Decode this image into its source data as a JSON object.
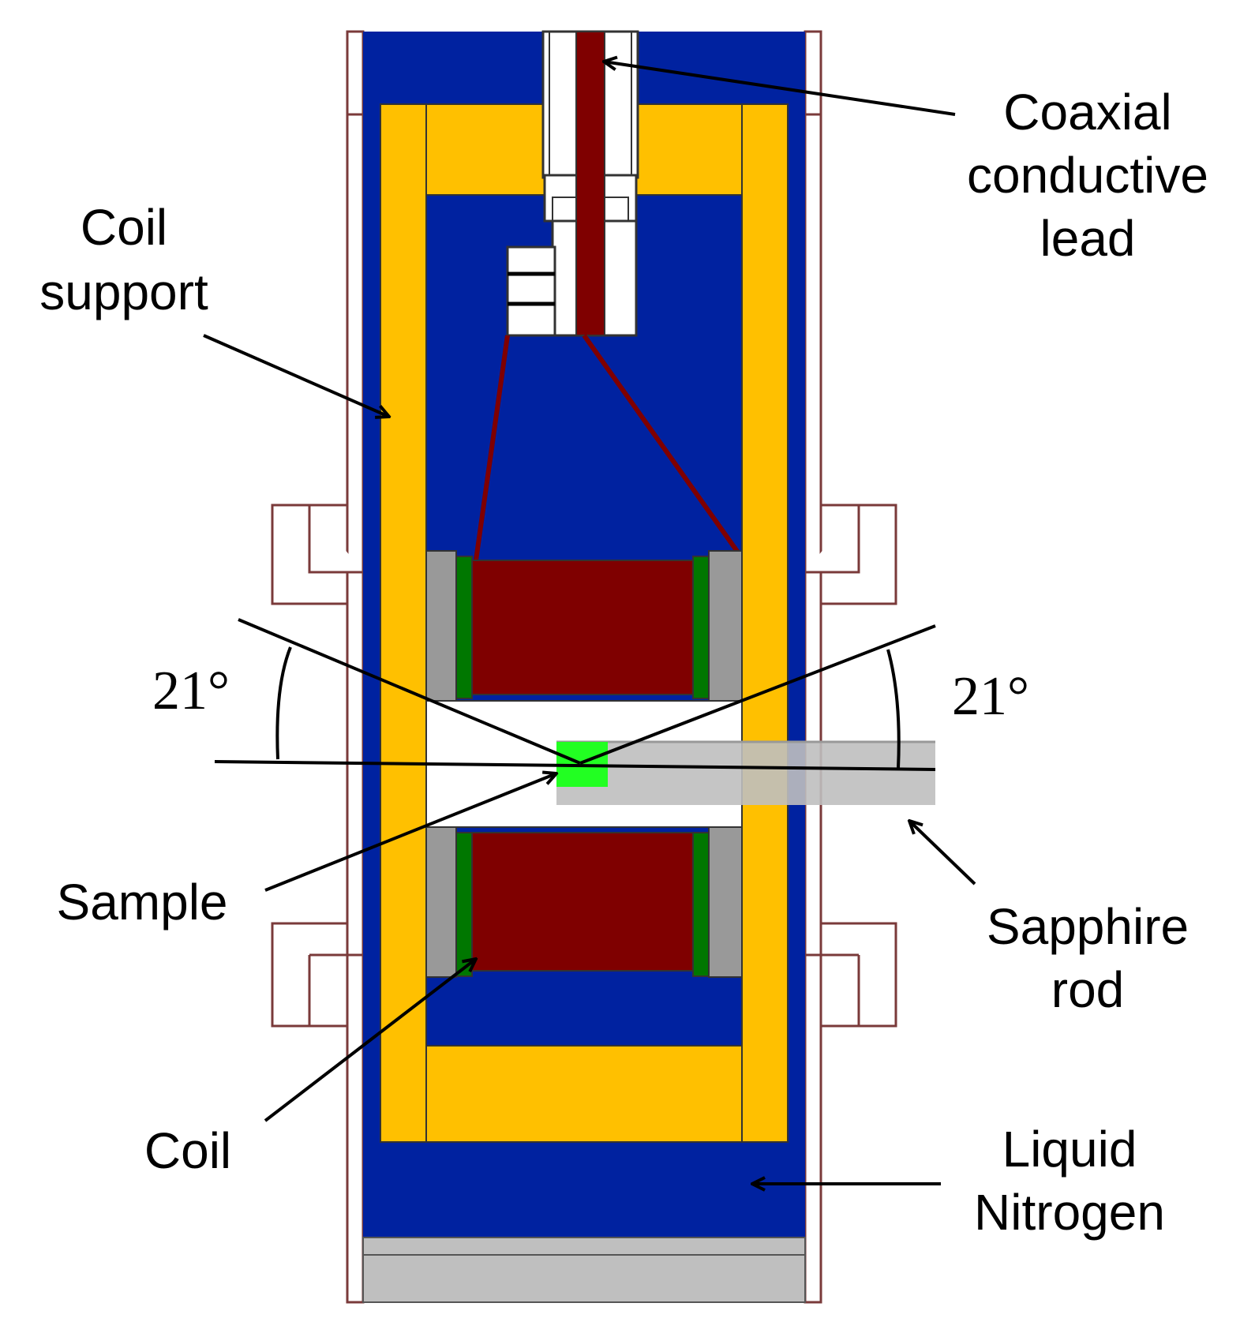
{
  "colors": {
    "liquid_nitrogen": "#0022A0",
    "coil_support": "#FFC000",
    "coil": "#7F0000",
    "coil_insulation": "#007700",
    "spacer": "#999999",
    "sample": "#22FF22",
    "sapphire_rod": "#BFBFBF",
    "vessel_wall": "#7A3A3A"
  },
  "labels": {
    "coaxial": [
      "Coaxial",
      "conductive",
      "lead"
    ],
    "coil_support": [
      "Coil",
      "support"
    ],
    "sample": "Sample",
    "sapphire": [
      "Sapphire",
      "rod"
    ],
    "coil": "Coil",
    "nitrogen": [
      "Liquid",
      "Nitrogen"
    ],
    "angle_left": "21°",
    "angle_right": "21°"
  }
}
